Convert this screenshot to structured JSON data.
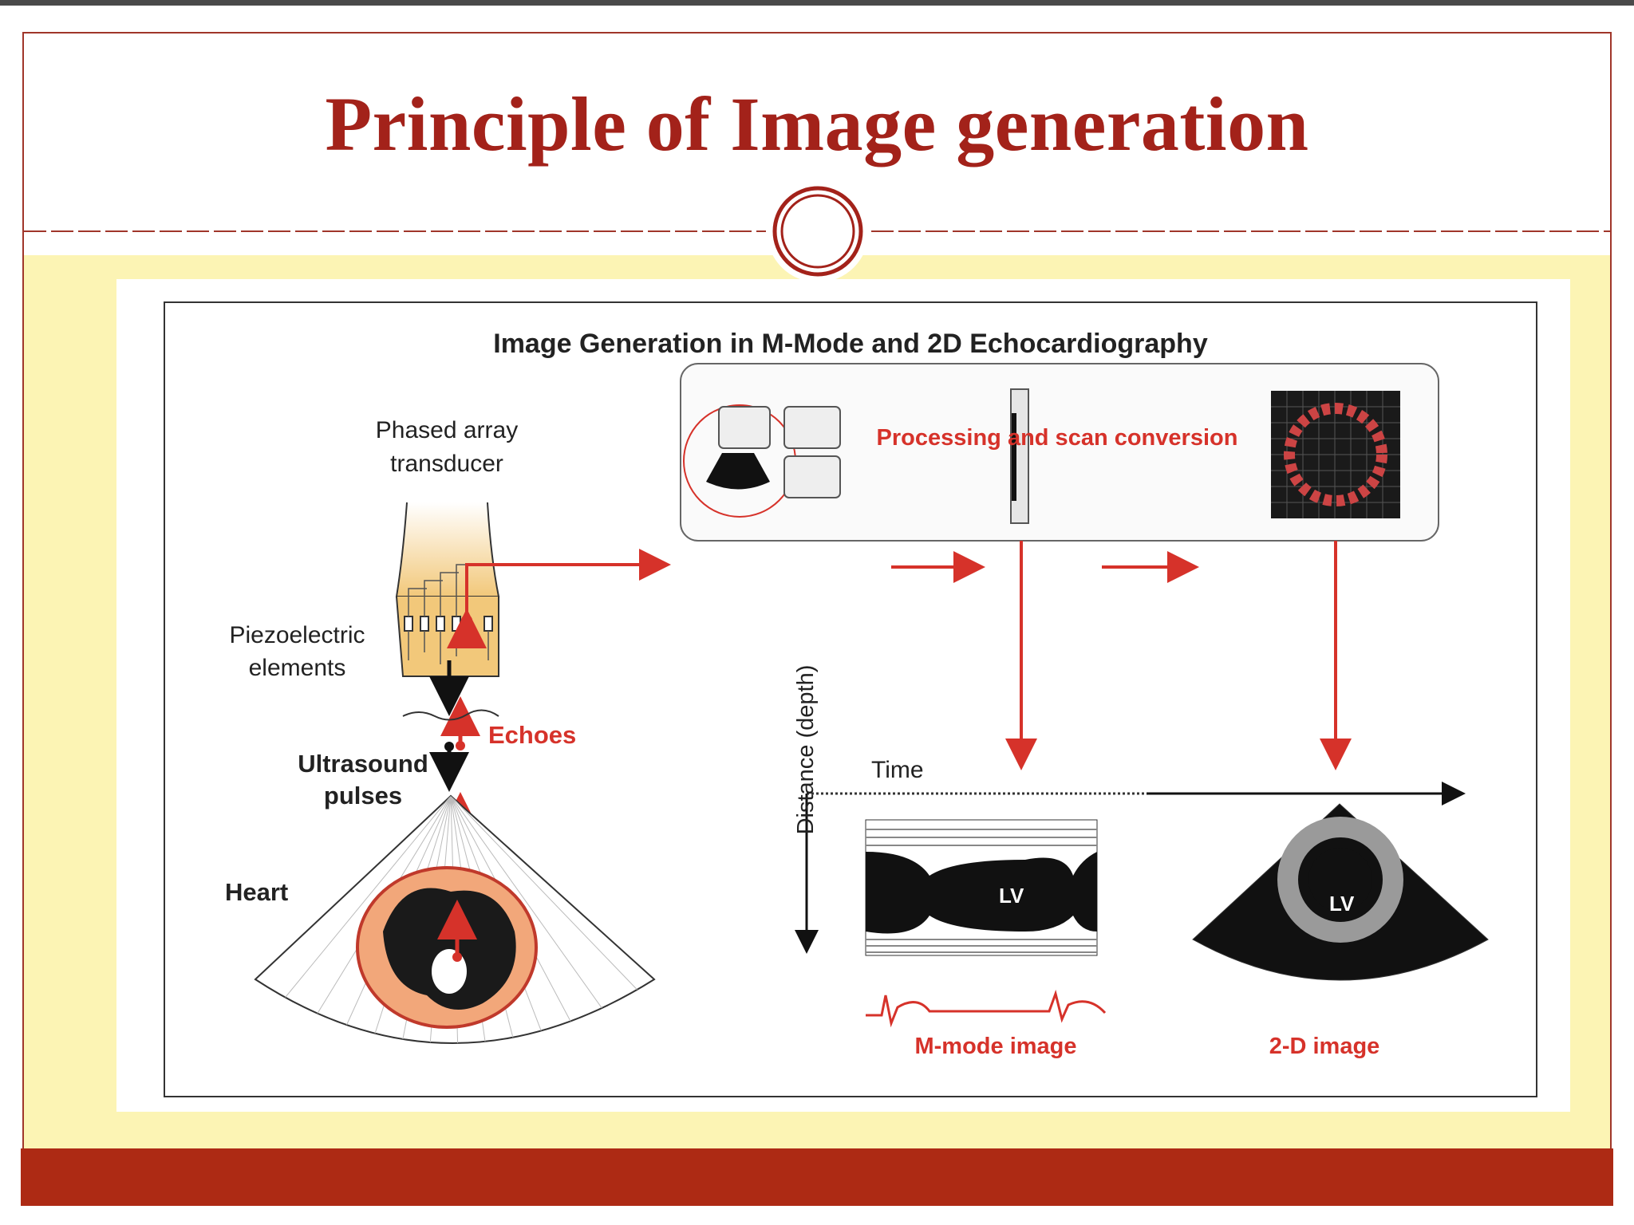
{
  "slide": {
    "title": "Principle of Image generation"
  },
  "figure": {
    "title": "Image Generation in M-Mode and 2D Echocardiography",
    "transducer_label_line1": "Phased array",
    "transducer_label_line2": "transducer",
    "piezo_label_line1": "Piezoelectric",
    "piezo_label_line2": "elements",
    "echoes_label": "Echoes",
    "pulses_label_line1": "Ultrasound",
    "pulses_label_line2": "pulses",
    "heart_label": "Heart",
    "processing_label": "Processing and scan conversion",
    "time_label": "Time",
    "distance_label": "Distance (depth)",
    "lv_label_mmode": "LV",
    "lv_label_2d": "LV",
    "mmode_caption": "M-mode image",
    "twod_caption": "2-D image"
  },
  "colors": {
    "title_red": "#a3221a",
    "accent_red": "#d6322a",
    "band_yellow": "#fcf4b4",
    "footer_red": "#ad2a14",
    "dark_gray": "#4a4a4a"
  }
}
